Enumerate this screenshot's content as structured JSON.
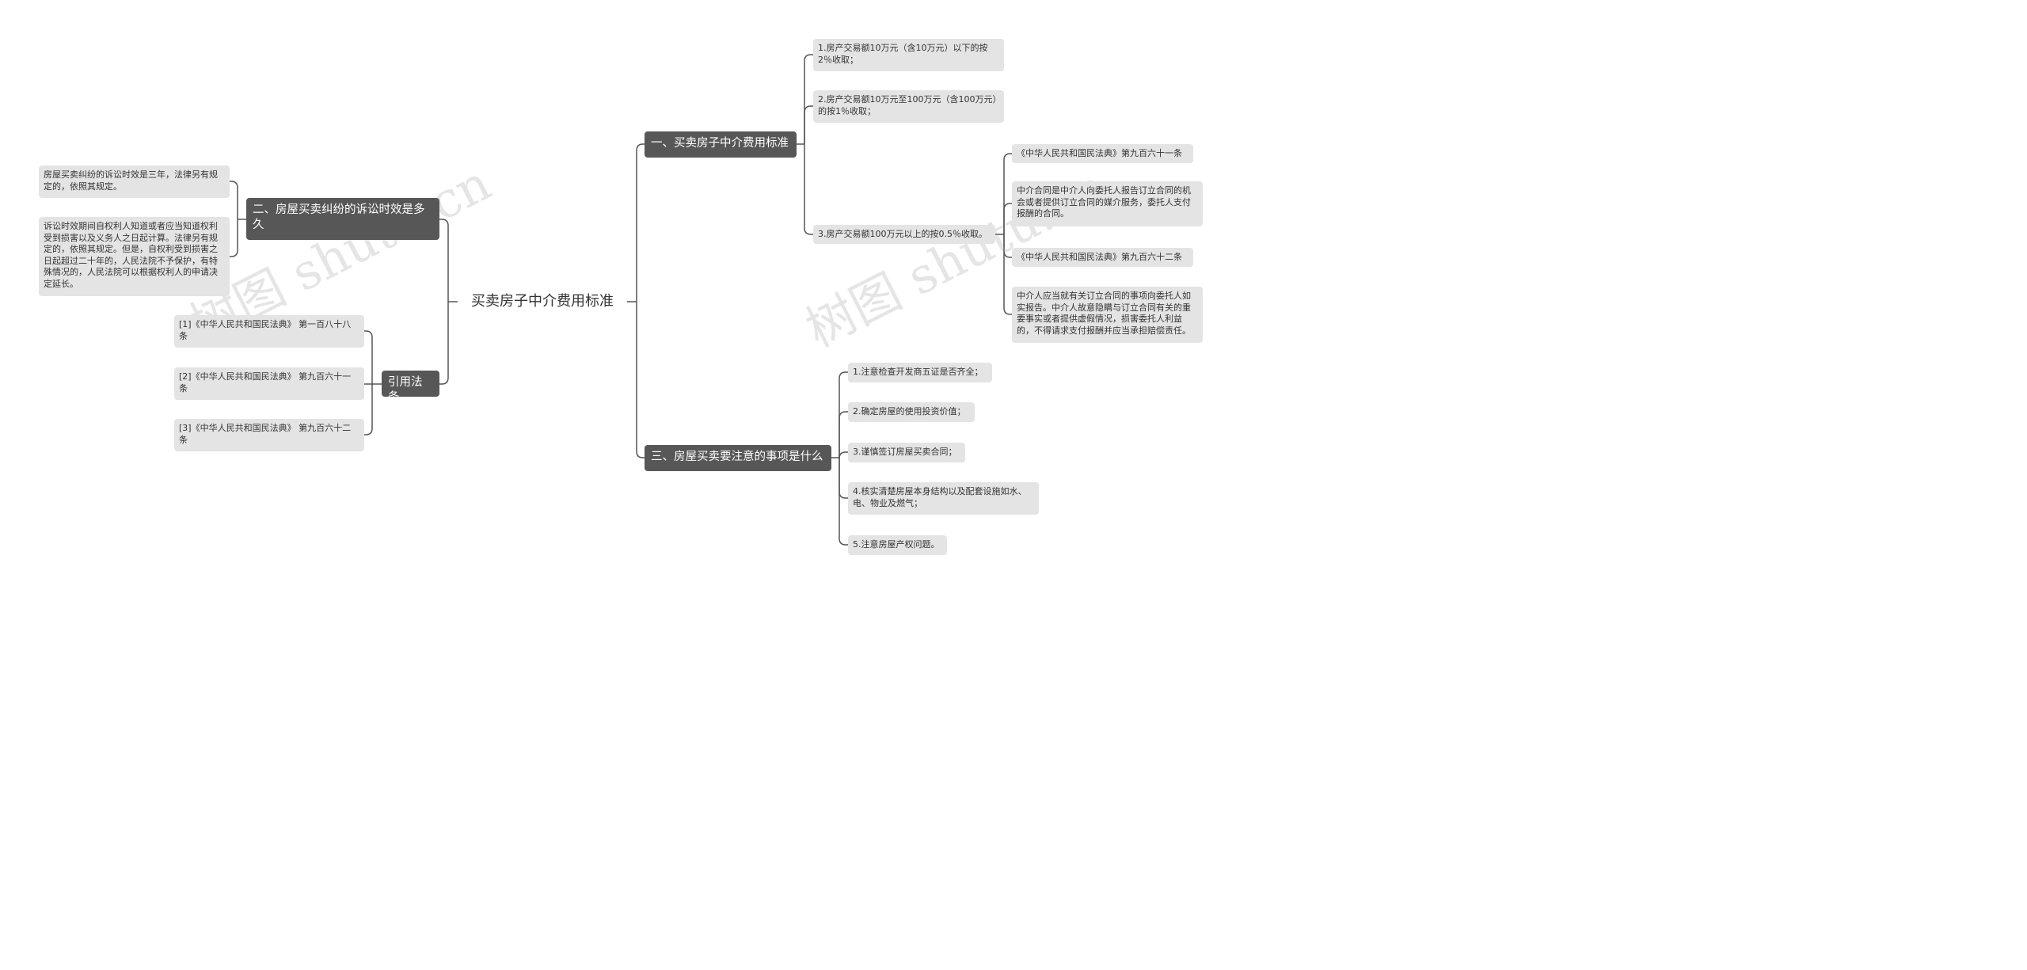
{
  "root": {
    "label": "买卖房子中介费用标准"
  },
  "branch1": {
    "label": "一、买卖房子中介费用标准",
    "items": [
      "1.房产交易额10万元（含10万元）以下的按2％收取；",
      "2.房产交易额10万元至100万元（含100万元）的按1％收取；",
      "3.房产交易额100万元以上的按0.5％收取。"
    ],
    "sub_items": [
      "《中华人民共和国民法典》第九百六十一条",
      "中介合同是中介人向委托人报告订立合同的机会或者提供订立合同的媒介服务，委托人支付报酬的合同。",
      "《中华人民共和国民法典》第九百六十二条",
      "中介人应当就有关订立合同的事项向委托人如实报告。中介人故意隐瞒与订立合同有关的重要事实或者提供虚假情况，损害委托人利益的，不得请求支付报酬并应当承担赔偿责任。"
    ]
  },
  "branch2": {
    "label": "二、房屋买卖纠纷的诉讼时效是多久",
    "items": [
      "房屋买卖纠纷的诉讼时效是三年，法律另有规定的，依照其规定。",
      "诉讼时效期间自权利人知道或者应当知道权利受到损害以及义务人之日起计算。法律另有规定的，依照其规定。但是，自权利受到损害之日起超过二十年的，人民法院不予保护，有特殊情况的，人民法院可以根据权利人的申请决定延长。"
    ]
  },
  "branch3": {
    "label": "三、房屋买卖要注意的事项是什么",
    "items": [
      "1.注意检查开发商五证是否齐全；",
      "2.确定房屋的使用投资价值；",
      "3.谨慎签订房屋买卖合同；",
      "4.核实清楚房屋本身结构以及配套设施如水、电、物业及燃气；",
      "5.注意房屋产权问题。"
    ]
  },
  "branch4": {
    "label": "引用法条",
    "items": [
      "[1]《中华人民共和国民法典》 第一百八十八条",
      "[2]《中华人民共和国民法典》 第九百六十一条",
      "[3]《中华人民共和国民法典》 第九百六十二条"
    ]
  },
  "watermarks": [
    "树图 shutu.cn",
    "树图 shutu.cn"
  ],
  "colors": {
    "branch_bg": "#575757",
    "leaf_bg": "#e4e4e4",
    "line": "#555555"
  }
}
